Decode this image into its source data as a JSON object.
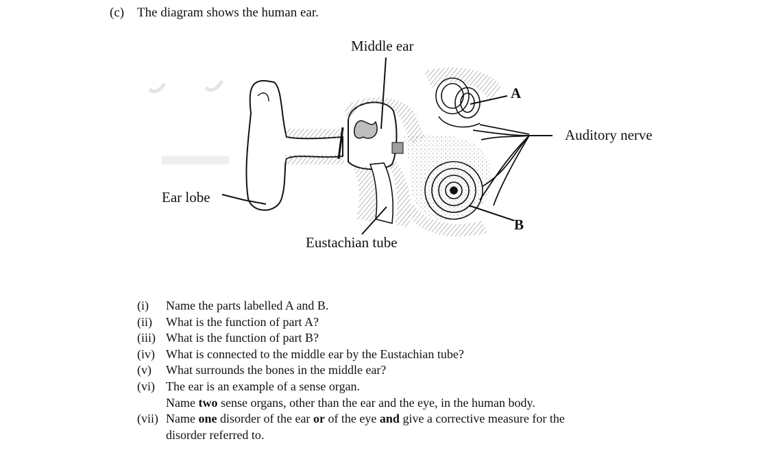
{
  "intro": {
    "label": "(c)",
    "text": "The diagram shows the human ear."
  },
  "diagram": {
    "labels": {
      "middle_ear": "Middle ear",
      "a": "A",
      "auditory_nerve": "Auditory nerve",
      "ear_lobe": "Ear lobe",
      "b": "B",
      "eustachian_tube": "Eustachian tube"
    }
  },
  "questions": [
    {
      "num": "(i)",
      "parts": [
        "Name the parts labelled A and B."
      ]
    },
    {
      "num": "(ii)",
      "parts": [
        "What is the function of part A?"
      ]
    },
    {
      "num": "(iii)",
      "parts": [
        "What is the function of part B?"
      ]
    },
    {
      "num": "(iv)",
      "parts": [
        "What is connected to the middle ear by the Eustachian tube?"
      ]
    },
    {
      "num": "(v)",
      "parts": [
        "What surrounds the bones in the middle ear?"
      ]
    },
    {
      "num": "(vi)",
      "parts": [
        "The ear is an example of a sense organ."
      ],
      "continuation": [
        "Name ",
        "two",
        " sense organs, other than the ear and the eye, in the human body."
      ]
    },
    {
      "num": "(vii)",
      "parts": [
        "Name ",
        "one",
        " disorder of the ear ",
        "or",
        " of the eye ",
        "and",
        " give a corrective measure for the"
      ],
      "continuation": [
        "disorder referred to."
      ]
    }
  ]
}
